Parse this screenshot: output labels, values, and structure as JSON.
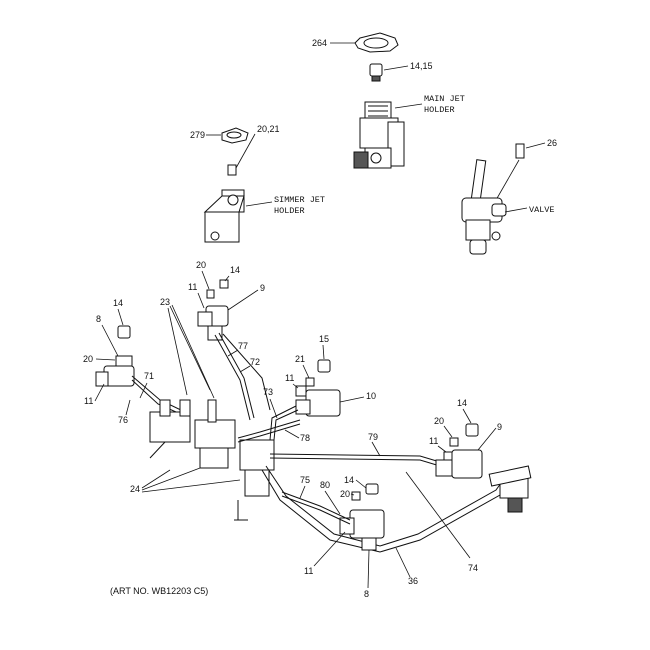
{
  "diagram": {
    "art_number": "(ART NO. WB12203 C5)",
    "labels": {
      "l264": "264",
      "l14_15": "14,15",
      "main_jet_line1": "MAIN JET",
      "main_jet_line2": "HOLDER",
      "l279": "279",
      "l20_21": "20,21",
      "simmer_line1": "SIMMER JET",
      "simmer_line2": "HOLDER",
      "l26": "26",
      "valve": "VALVE",
      "l20_top": "20",
      "l14_top": "14",
      "l11_top": "11",
      "l9_top": "9",
      "l23": "23",
      "l14_left": "14",
      "l8_left": "8",
      "l20_left": "20",
      "l11_left": "11",
      "l71": "71",
      "l76": "76",
      "l77": "77",
      "l72": "72",
      "l15_mid": "15",
      "l21_mid": "21",
      "l11_mid": "11",
      "l10_mid": "10",
      "l73": "73",
      "l78": "78",
      "l79": "79",
      "l14_right": "14",
      "l20_right": "20",
      "l11_right": "11",
      "l9_right": "9",
      "l24": "24",
      "l75": "75",
      "l80": "80",
      "l14_low": "14",
      "l20_low": "20",
      "l74": "74",
      "l11_low": "11",
      "l36": "36",
      "l8_low": "8"
    }
  }
}
